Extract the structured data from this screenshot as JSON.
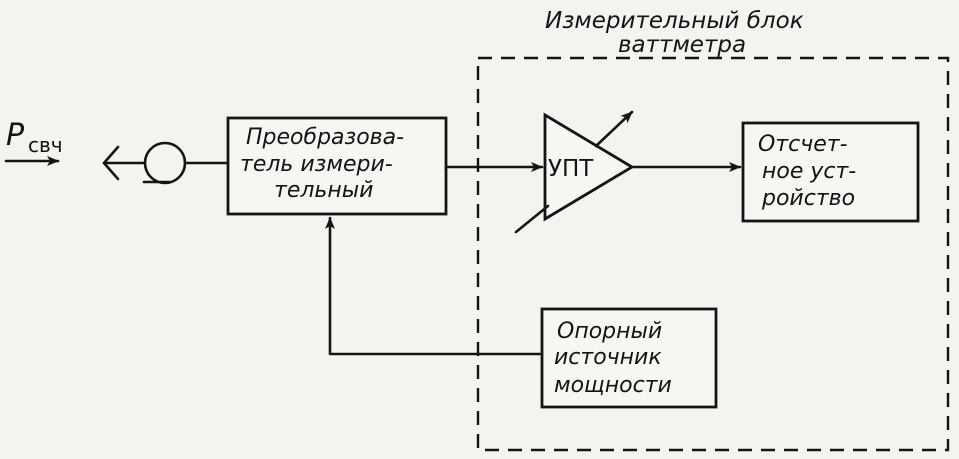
{
  "signal": {
    "main": "P",
    "sub": "свч"
  },
  "unit": {
    "title_line1": "Измерительный блок",
    "title_line2": "ваттметра"
  },
  "converter": {
    "line1": "Преобразова-",
    "line2": "тель измери-",
    "line3": "тельный"
  },
  "amplifier": {
    "label": "УПТ"
  },
  "readout": {
    "line1": "Отсчет-",
    "line2": "ное уст-",
    "line3": "ройство"
  },
  "reference": {
    "line1": "Опорный",
    "line2": "источник",
    "line3": "мощности"
  },
  "colors": {
    "ink": "#141414",
    "paper": "#f4f3ef"
  }
}
